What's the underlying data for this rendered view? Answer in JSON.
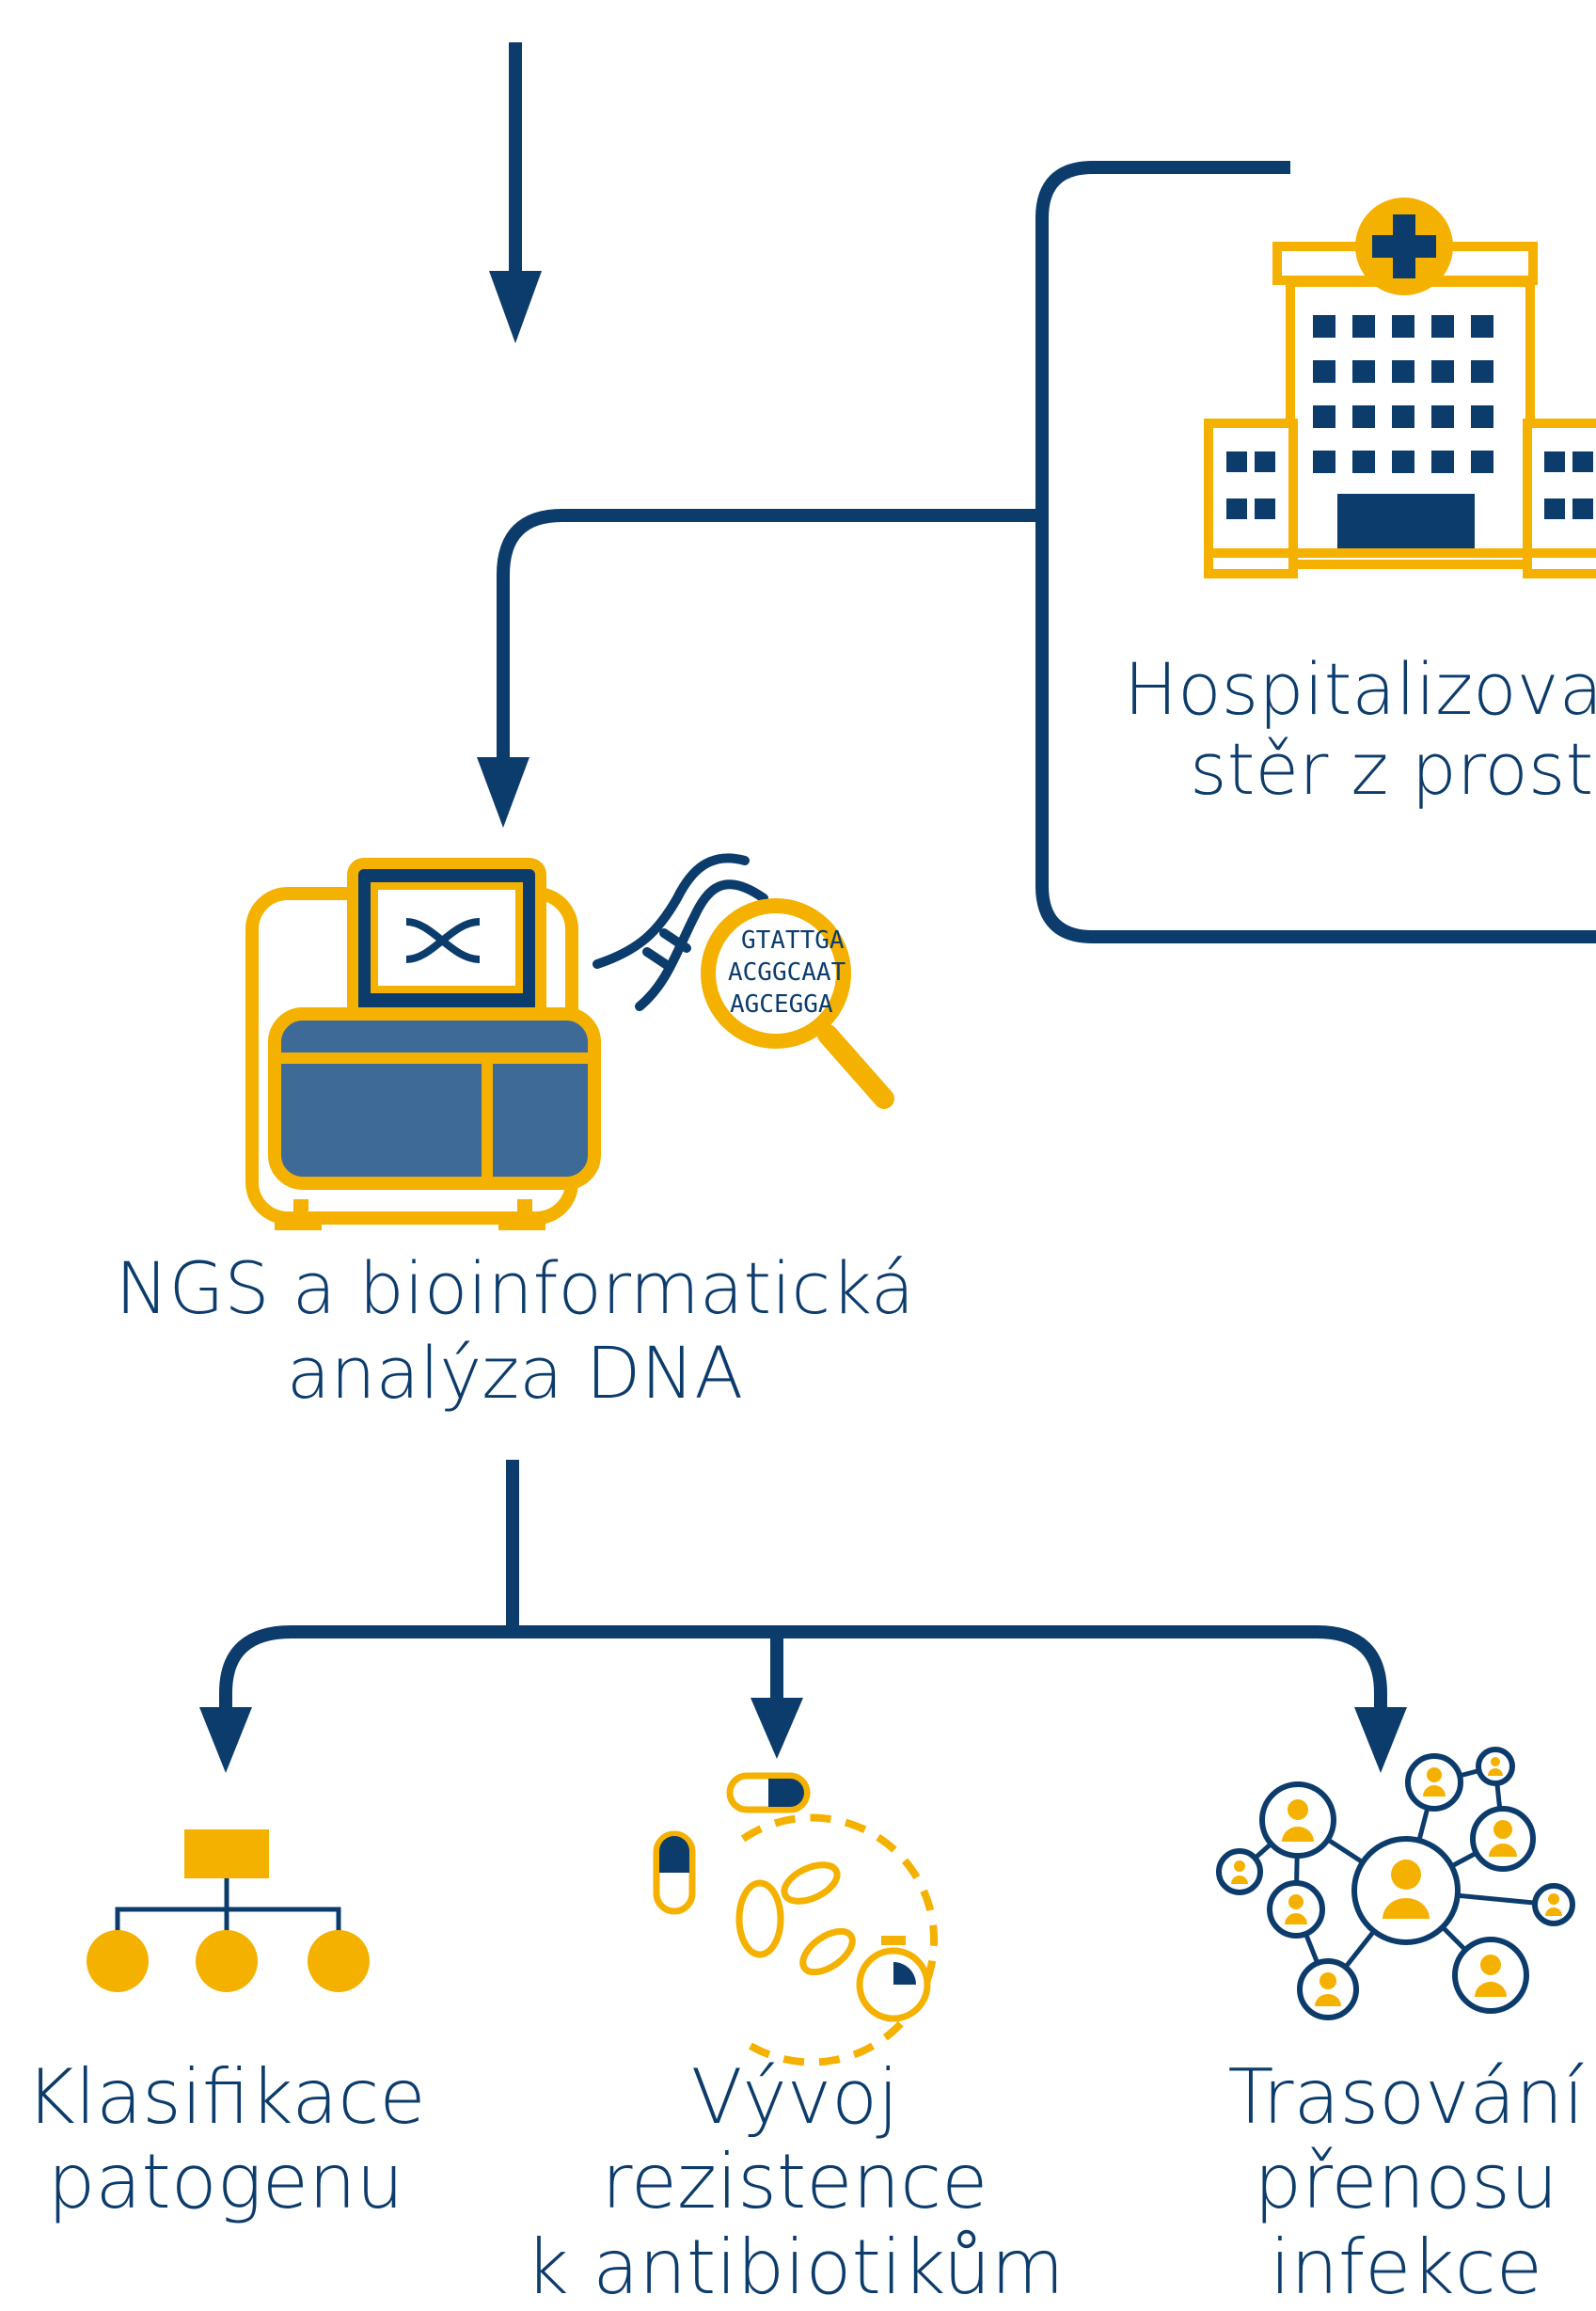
{
  "colors": {
    "navy": "#0c3c6c",
    "gold": "#f5b100",
    "steel": "#3e6a97",
    "white": "#ffffff"
  },
  "labels": {
    "hospital": [
      "Hospitalizova",
      "stěr z prost"
    ],
    "ngs": [
      "NGS a bioinformatická",
      "analýza DNA"
    ],
    "klasifikace": [
      "Klasifikace",
      "patogenu"
    ],
    "vyvoj": [
      "Vývoj",
      "rezistence",
      "k antibiotikům"
    ],
    "trasovani": [
      "Trasování",
      "přenosu",
      "infekce"
    ]
  },
  "dna_sequence_lines": [
    "GTATTGA",
    "ACGGCAAT",
    "AGCEGGA"
  ],
  "icons": [
    "hospital-icon",
    "sequencer-icon",
    "dna-helix-icon",
    "magnifier-icon",
    "hierarchy-icon",
    "bacteria-icon",
    "capsule-icon",
    "stopwatch-icon",
    "network-icon"
  ]
}
